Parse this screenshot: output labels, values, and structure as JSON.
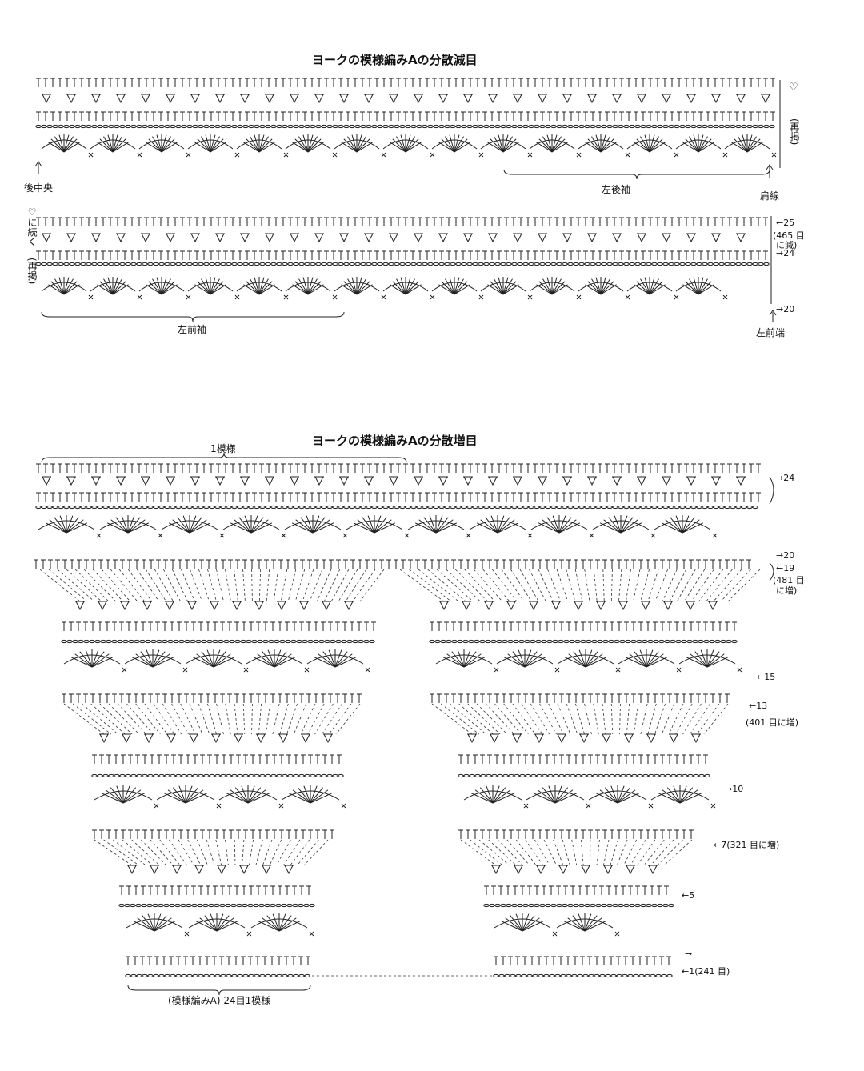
{
  "top": {
    "title": "ヨークの模様編みAの分散減目",
    "heart": "♡",
    "repost": "(再掲)",
    "label_back_center": "後中央",
    "label_left_back_sleeve": "左後袖",
    "label_shoulder_line": "肩線",
    "continue_mark": "♡に続く",
    "row_25": "←25",
    "row_25_note1": "(465 目",
    "row_25_note2": "に減)",
    "row_24": "→24",
    "row_20": "→20",
    "label_left_front_sleeve": "左前袖",
    "label_left_front_edge": "左前端"
  },
  "bottom": {
    "title": "ヨークの模様編みAの分散増目",
    "label_one_repeat": "1模様",
    "row_24": "→24",
    "row_20": "→20",
    "row_19": "←19",
    "row_19_note1": "(481 目",
    "row_19_note2": "に増)",
    "row_15": "←15",
    "row_13": "←13",
    "row_13_note": "(401 目に増)",
    "row_10": "→10",
    "row_7": "←7(321 目に増)",
    "row_5": "←5",
    "row_2": "→",
    "row_1": "←1(241 目)",
    "footer_label": "(模様編みA) 24目1模様"
  }
}
